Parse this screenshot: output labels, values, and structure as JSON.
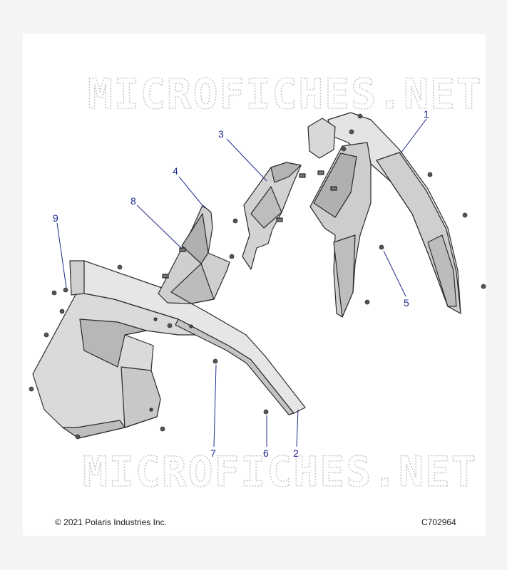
{
  "watermark": {
    "top": "MICROFICHES.NET",
    "bottom": "MICROFICHES.NET"
  },
  "callouts": [
    "1",
    "2",
    "3",
    "4",
    "5",
    "6",
    "7",
    "8",
    "9"
  ],
  "footer": {
    "copyright": "© 2021 Polaris Industries Inc.",
    "figure_code": "C702964"
  },
  "colors": {
    "callout_text": "#1e2a8c",
    "part_fill": "#dedede",
    "part_shade": "#b4b4b4",
    "outline": "#2a2a2a"
  }
}
